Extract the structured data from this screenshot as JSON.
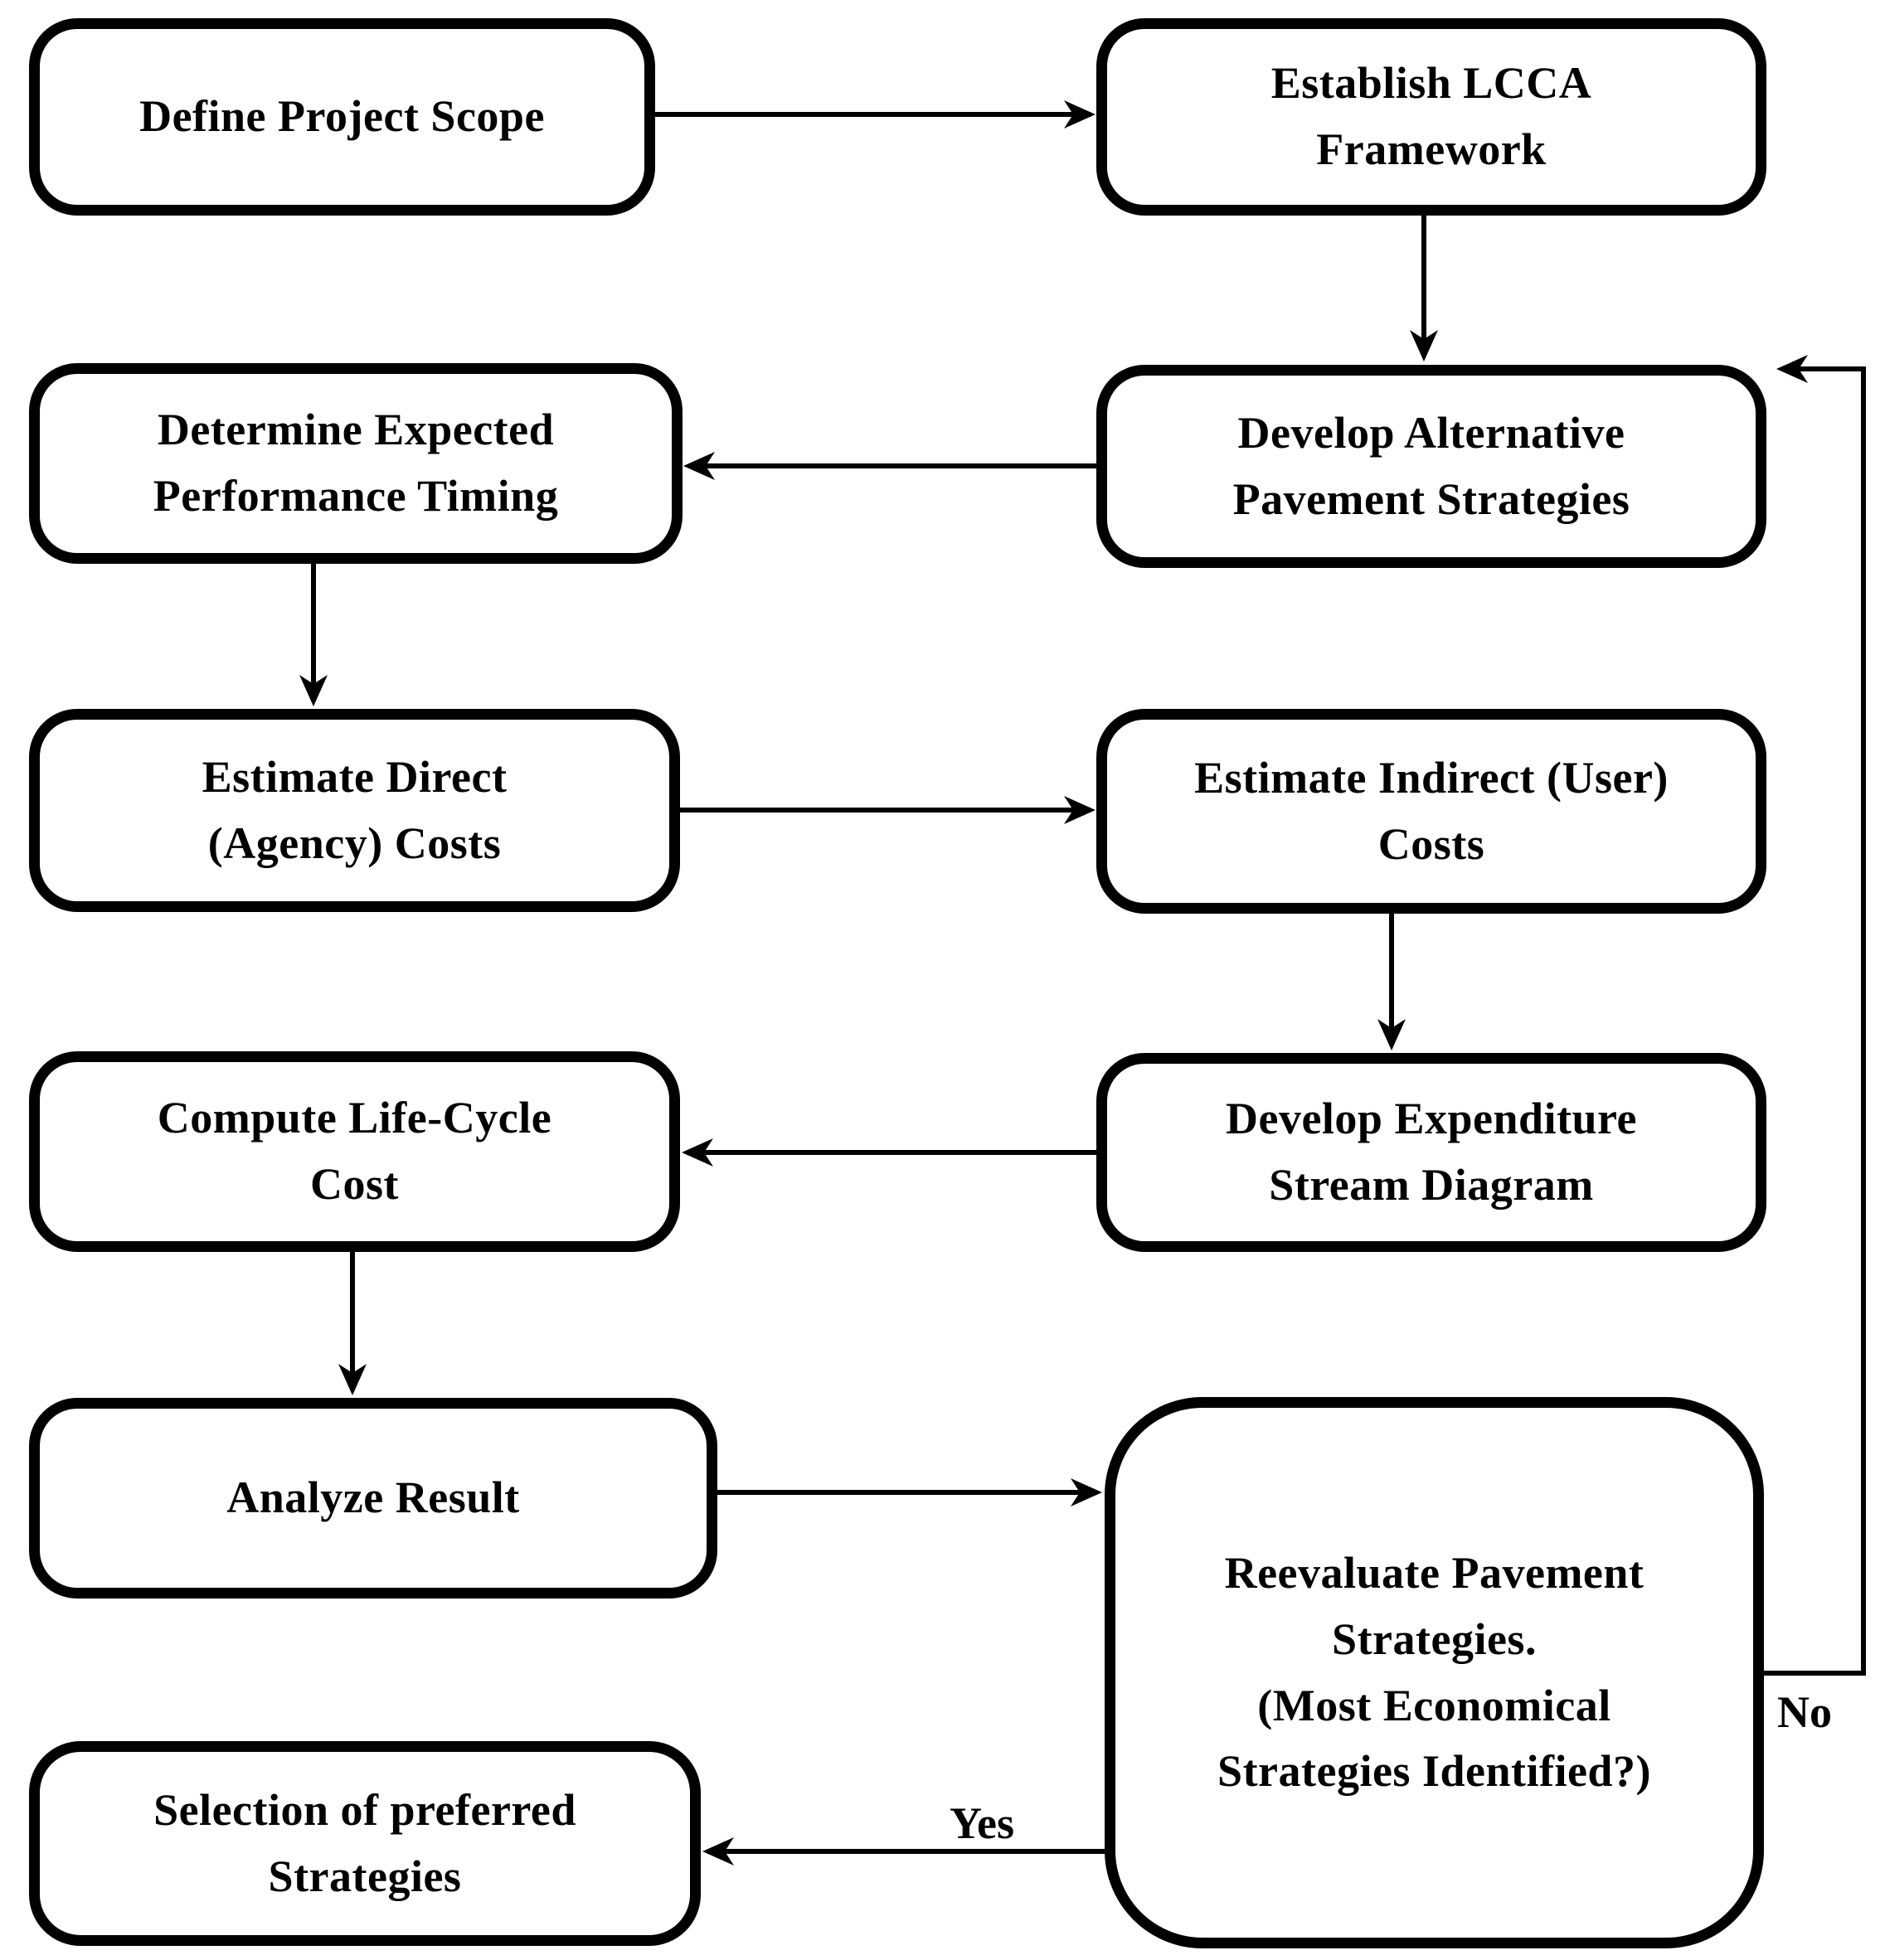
{
  "diagram": {
    "type": "flowchart",
    "colors": {
      "line": "#000000",
      "node_fill": "#ffffff",
      "text": "#000000",
      "background": "#ffffff"
    },
    "nodes": {
      "define": {
        "lines": [
          "Define Project Scope"
        ]
      },
      "establish": {
        "lines": [
          "Establish LCCA",
          "Framework"
        ]
      },
      "determine": {
        "lines": [
          "Determine Expected",
          "Performance Timing"
        ]
      },
      "develop_alt": {
        "lines": [
          "Develop Alternative",
          "Pavement Strategies"
        ]
      },
      "estimate_direct": {
        "lines": [
          "Estimate Direct",
          "(Agency) Costs"
        ]
      },
      "estimate_indirect": {
        "lines": [
          "Estimate Indirect (User)",
          "Costs"
        ]
      },
      "compute": {
        "lines": [
          "Compute Life-Cycle",
          "Cost"
        ]
      },
      "develop_exp": {
        "lines": [
          "Develop Expenditure",
          "Stream Diagram"
        ]
      },
      "analyze": {
        "lines": [
          "Analyze Result"
        ]
      },
      "reevaluate": {
        "lines": [
          "Reevaluate Pavement",
          "Strategies.",
          "(Most Economical",
          "Strategies Identified?)"
        ]
      },
      "selection": {
        "lines": [
          "Selection of preferred",
          "Strategies"
        ]
      }
    },
    "edge_labels": {
      "yes": "Yes",
      "no": "No"
    },
    "edges": [
      {
        "from": "define",
        "to": "establish",
        "label": ""
      },
      {
        "from": "establish",
        "to": "develop_alt",
        "label": ""
      },
      {
        "from": "develop_alt",
        "to": "determine",
        "label": ""
      },
      {
        "from": "determine",
        "to": "estimate_direct",
        "label": ""
      },
      {
        "from": "estimate_direct",
        "to": "estimate_indirect",
        "label": ""
      },
      {
        "from": "estimate_indirect",
        "to": "develop_exp",
        "label": ""
      },
      {
        "from": "develop_exp",
        "to": "compute",
        "label": ""
      },
      {
        "from": "compute",
        "to": "analyze",
        "label": ""
      },
      {
        "from": "analyze",
        "to": "reevaluate",
        "label": ""
      },
      {
        "from": "reevaluate",
        "to": "selection",
        "label": "Yes"
      },
      {
        "from": "reevaluate",
        "to": "develop_alt",
        "label": "No"
      }
    ]
  }
}
